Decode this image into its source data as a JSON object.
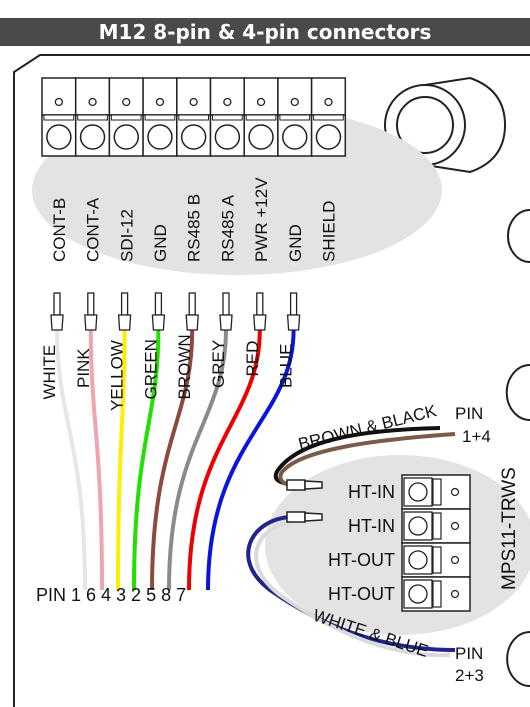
{
  "title": "M12 8-pin & 4-pin connectors",
  "terminals": [
    "CONT-B",
    "CONT-A",
    "SDI-12",
    "GND",
    "RS485 B",
    "RS485 A",
    "PWR +12V",
    "GND",
    "SHIELD"
  ],
  "wires": [
    {
      "label": "WHITE",
      "color": "#e6e6e6"
    },
    {
      "label": "PINK",
      "color": "#f2a3b0"
    },
    {
      "label": "YELLOW",
      "color": "#ffee00"
    },
    {
      "label": "GREEN",
      "color": "#22e000"
    },
    {
      "label": "BROWN",
      "color": "#8c4a3c"
    },
    {
      "label": "GREY",
      "color": "#8a8a8a"
    },
    {
      "label": "RED",
      "color": "#ee0000"
    },
    {
      "label": "BLUE",
      "color": "#0a14dc"
    }
  ],
  "pin_line": {
    "prefix": "PIN",
    "pins": [
      "1",
      "6",
      "4",
      "3",
      "2",
      "5",
      "8",
      "7"
    ]
  },
  "mps": {
    "name": "MPS11-TRWS",
    "terminals": [
      "HT-IN",
      "HT-IN",
      "HT-OUT",
      "HT-OUT"
    ],
    "brown_black_label": "BROWN & BLACK",
    "brown_black_pin": "PIN",
    "brown_black_pins": "1+4",
    "white_blue_label": "WHITE & BLUE",
    "white_blue_pin": "PIN",
    "white_blue_pins": "2+3"
  },
  "colors": {
    "title_bg": "#4a4a4a",
    "ellipse": "#e3e3e3",
    "outline": "#222222",
    "brown_cable": "#7a5a4a",
    "black_cable": "#111111",
    "navy_cable": "#20258a",
    "light_cable": "#dadada"
  }
}
